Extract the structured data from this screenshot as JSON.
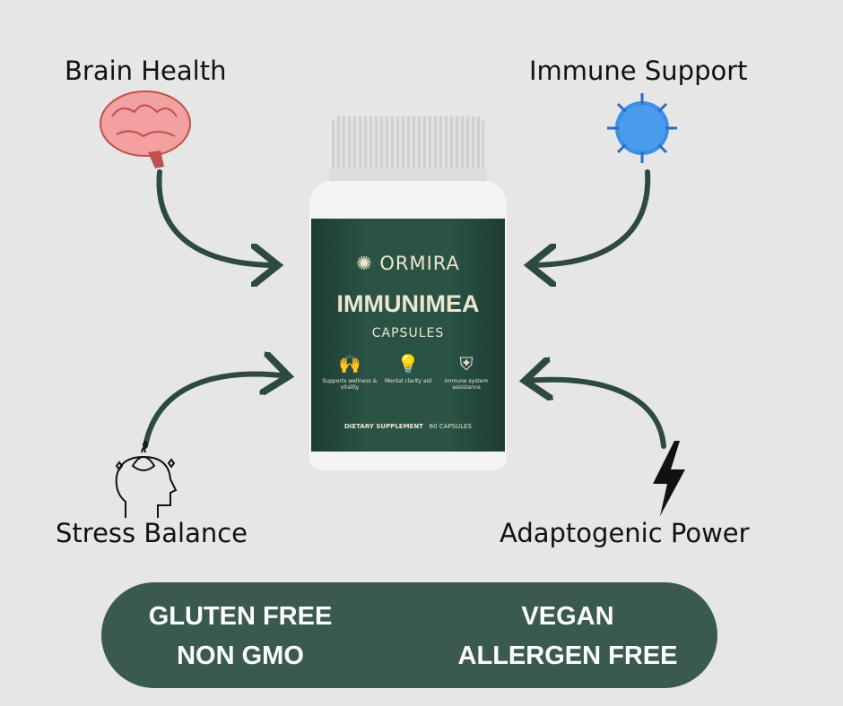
{
  "benefits": {
    "brain": "Brain Health",
    "immune": "Immune Support",
    "stress": "Stress Balance",
    "adaptogenic": "Adaptogenic Power"
  },
  "product": {
    "brand": "ORMIRA",
    "name": "IMMUNIMEA",
    "form": "CAPSULES",
    "features": [
      "Supports wellness & vitality",
      "Mental clarity aid",
      "Immune system assistance"
    ],
    "category": "DIETARY SUPPLEMENT",
    "count": "60 CAPSULES"
  },
  "badges": {
    "left": [
      "GLUTEN FREE",
      "NON GMO"
    ],
    "right": [
      "VEGAN",
      "ALLERGEN FREE"
    ]
  },
  "colors": {
    "accent": "#3a5a4d",
    "arrow": "#2e4a3f",
    "background": "#e6e6e6"
  }
}
